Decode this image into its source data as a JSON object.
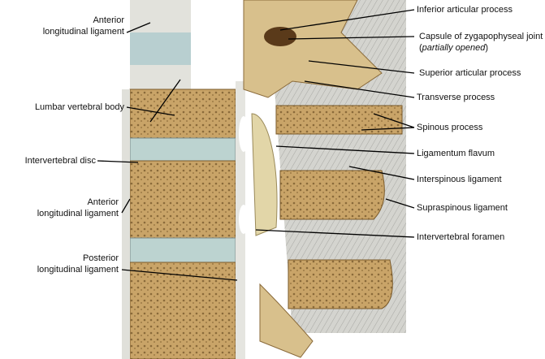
{
  "title": "Lumbar vertebral column ligaments (sagittal section)",
  "labels_left": {
    "anterior_ll_top": [
      "Anterior",
      "longitudinal ligament"
    ],
    "lumbar_body": "Lumbar vertebral body",
    "disc": "Intervertebral disc",
    "anterior_ll_mid": [
      "Anterior",
      "longitudinal ligament"
    ],
    "posterior_ll": [
      "Posterior",
      "longitudinal ligament"
    ]
  },
  "labels_right": {
    "inferior_articular": "Inferior articular process",
    "capsule": "Capsule of zygapophyseal joint",
    "capsule_note_open": "(",
    "capsule_note": "partially opened",
    "capsule_note_close": ")",
    "superior_articular": "Superior articular process",
    "transverse": "Transverse process",
    "spinous": "Spinous process",
    "flavum": "Ligamentum flavum",
    "interspinous": "Interspinous ligament",
    "supraspinous": "Supraspinous ligament",
    "foramen": "Intervertebral foramen"
  },
  "colors": {
    "bone": "#c9a468",
    "bone_dark": "#8a6a3a",
    "disc": "#bcd3d0",
    "ligament": "#c8c8c4"
  }
}
